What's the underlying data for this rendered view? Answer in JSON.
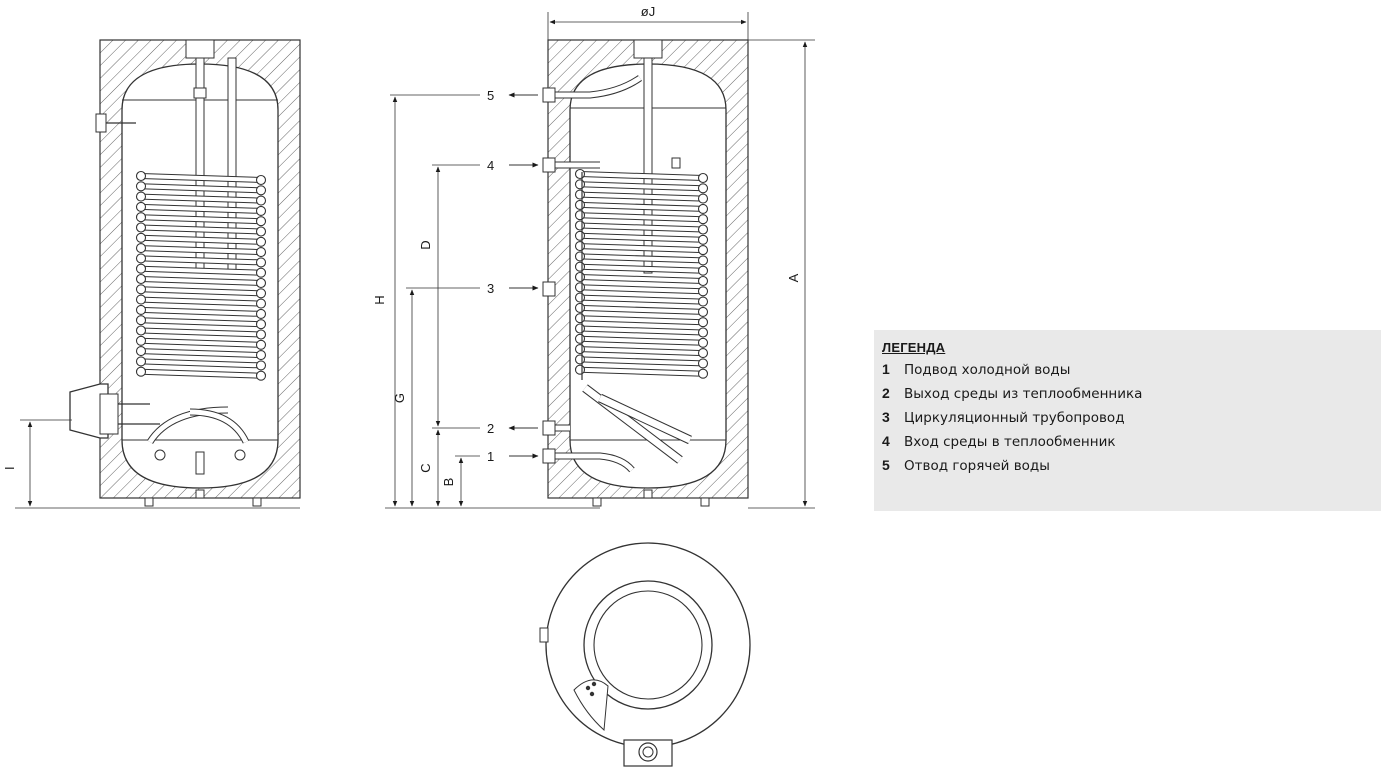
{
  "diagram": {
    "dimensions": {
      "phi_j": "øJ",
      "a": "A",
      "h": "H",
      "d": "D",
      "g": "G",
      "c": "C",
      "b": "B",
      "i": "I"
    },
    "port_numbers": [
      "5",
      "4",
      "3",
      "2",
      "1"
    ]
  },
  "legend": {
    "title": "ЛЕГЕНДА",
    "items": [
      {
        "num": "1",
        "label": "Подвод холодной воды"
      },
      {
        "num": "2",
        "label": "Выход среды из теплообменника"
      },
      {
        "num": "3",
        "label": "Циркуляционный трубопровод"
      },
      {
        "num": "4",
        "label": "Вход среды в теплообменник"
      },
      {
        "num": "5",
        "label": "Отвод горячей воды"
      }
    ]
  }
}
